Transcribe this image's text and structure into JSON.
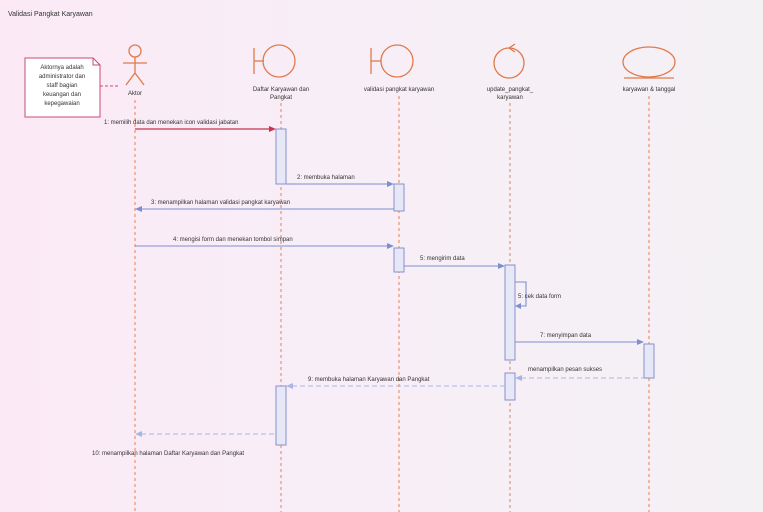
{
  "title": "Validasi Pangkat Karyawan",
  "note": {
    "lines": [
      "Aktornya adalah",
      "administrator dan",
      "staff bagian",
      "keuangan dan",
      "kepegawaian"
    ]
  },
  "actor": {
    "label": "Aktor"
  },
  "lifelines": [
    {
      "kind": "boundary",
      "label_lines": [
        "Daftar Karyawan dan",
        "Pangkat"
      ]
    },
    {
      "kind": "boundary",
      "label_lines": [
        "validasi pangkat karyawan"
      ]
    },
    {
      "kind": "control",
      "label_lines": [
        "update_pangkat_",
        "karyawan"
      ]
    },
    {
      "kind": "entity",
      "label_lines": [
        "karyawan & tanggal"
      ]
    }
  ],
  "messages": [
    {
      "label": "1: memilih data dan menekan icon validasi jabatan",
      "kind": "call"
    },
    {
      "label": "2: membuka halaman",
      "kind": "call"
    },
    {
      "label": "3: menampilkan halaman validasi pangkat karyawan",
      "kind": "return"
    },
    {
      "label": "4: mengisi form dan menekan tombol simpan",
      "kind": "call"
    },
    {
      "label": "5: mengirim data",
      "kind": "call"
    },
    {
      "label": "5: cek data form",
      "kind": "self"
    },
    {
      "label": "7: menyimpan data",
      "kind": "call"
    },
    {
      "label": "menampilkan pesan sukses",
      "kind": "return"
    },
    {
      "label": "9: membuka halaman Karyawan dan Pangkat",
      "kind": "return"
    },
    {
      "label": "10: menampilkan halaman Daftar Karyawan dan Pangkat",
      "kind": "return"
    }
  ],
  "colors": {
    "shape": "#e07a4a",
    "lifeline": "#e4825a",
    "activation_fill": "#e6e8f8",
    "activation_stroke": "#8890c8",
    "call_arrow": "#c8344e",
    "message_arrow": "#7d8fcf",
    "return_arrow": "#a8b6e6",
    "text": "#333333",
    "note_border": "#c94a77",
    "note_fill": "#ffffff"
  }
}
